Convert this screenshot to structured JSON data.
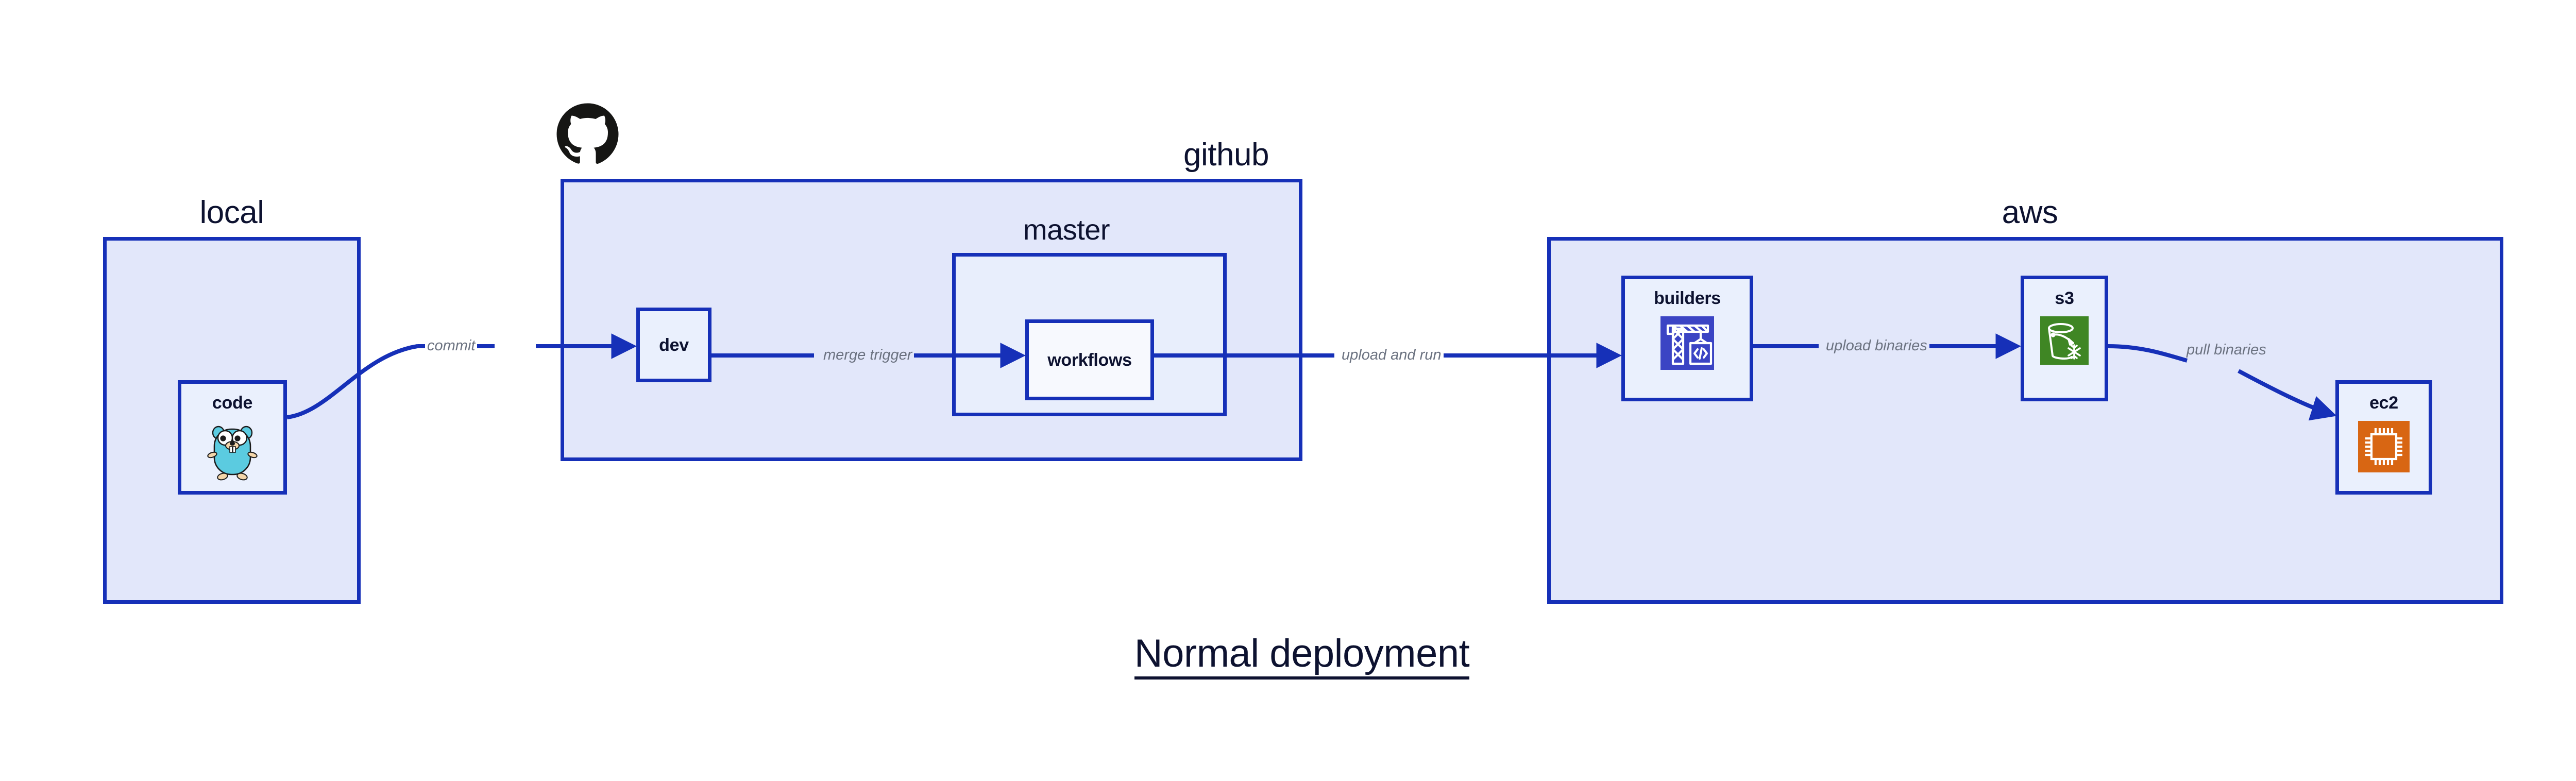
{
  "diagram": {
    "title": "Normal deployment",
    "accent_border": "#1630b8",
    "group_fill": "#e2e7fa",
    "subgroup_fill": "#e8eefc",
    "node_fill": "#eaf0fd",
    "label_color": "#0d1230",
    "edge_label_color": "#6b7280"
  },
  "groups": {
    "local": {
      "label": "local"
    },
    "github": {
      "label": "github"
    },
    "master": {
      "label": "master"
    },
    "aws": {
      "label": "aws"
    }
  },
  "nodes": {
    "code": {
      "label": "code",
      "icon": "go-gopher-icon"
    },
    "dev": {
      "label": "dev"
    },
    "workflows": {
      "label": "workflows"
    },
    "builders": {
      "label": "builders",
      "icon": "aws-codebuild-icon",
      "icon_color": "#3b44c4"
    },
    "s3": {
      "label": "s3",
      "icon": "aws-s3-bucket-icon",
      "icon_color": "#3f8624"
    },
    "ec2": {
      "label": "ec2",
      "icon": "aws-ec2-chip-icon",
      "icon_color": "#d86613"
    }
  },
  "edges": {
    "commit": {
      "label": "commit",
      "from": "code",
      "to": "dev"
    },
    "merge_trigger": {
      "label": "merge trigger",
      "from": "dev",
      "to": "workflows"
    },
    "upload_and_run": {
      "label": "upload and run",
      "from": "workflows",
      "to": "builders"
    },
    "upload_binaries": {
      "label": "upload binaries",
      "from": "builders",
      "to": "s3"
    },
    "pull_binaries": {
      "label": "pull binaries",
      "from": "s3",
      "to": "ec2"
    }
  },
  "logos": {
    "github": {
      "name": "github-octocat-logo",
      "color": "#161614"
    }
  }
}
